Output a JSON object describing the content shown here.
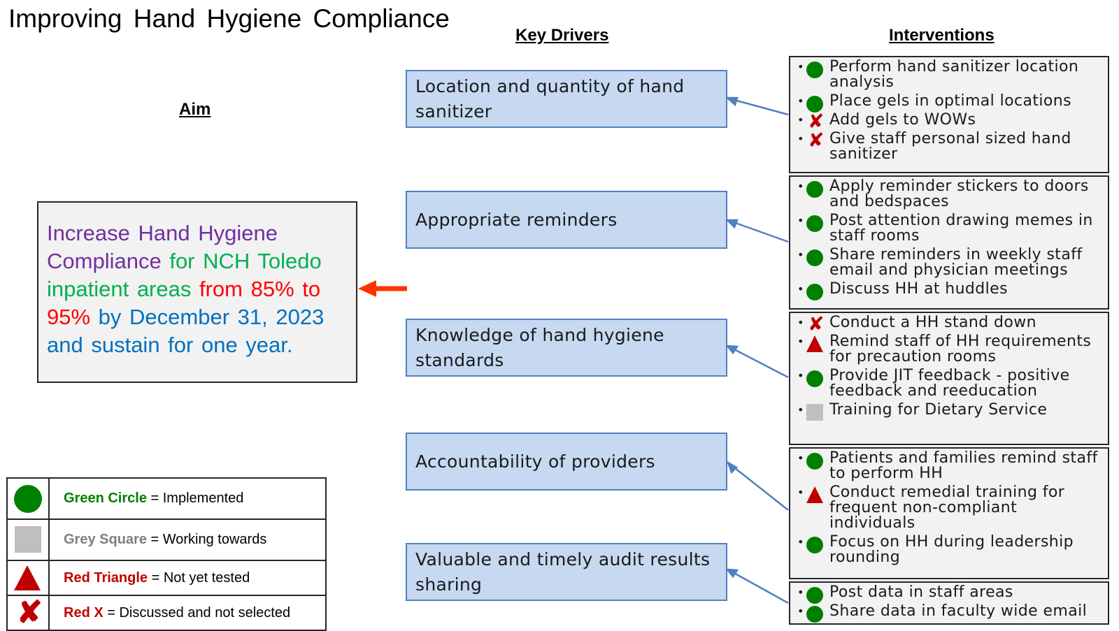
{
  "title": "Improving Hand Hygiene Compliance",
  "headers": {
    "aim": "Aim",
    "drivers": "Key Drivers",
    "interventions": "Interventions"
  },
  "aim": {
    "part1": "Increase Hand Hygiene Compliance",
    "part2": "for NCH Toledo inpatient areas",
    "part3": "from 85% to 95%",
    "part4": "by December 31, 2023 and sustain for one year."
  },
  "drivers": [
    "Location and quantity of hand sanitizer",
    "Appropriate reminders",
    "Knowledge of hand hygiene standards",
    "Accountability of providers",
    "Valuable and timely audit results sharing"
  ],
  "interventions": [
    [
      {
        "status": "green-circle",
        "text": "Perform hand sanitizer location analysis"
      },
      {
        "status": "green-circle",
        "text": "Place gels in optimal locations"
      },
      {
        "status": "red-x",
        "text": "Add gels to WOWs"
      },
      {
        "status": "red-x",
        "text": "Give staff personal sized hand sanitizer"
      }
    ],
    [
      {
        "status": "green-circle",
        "text": "Apply reminder stickers to doors and bedspaces"
      },
      {
        "status": "green-circle",
        "text": "Post attention drawing memes in staff rooms"
      },
      {
        "status": "green-circle",
        "text": "Share reminders in weekly staff email and physician meetings"
      },
      {
        "status": "green-circle",
        "text": "Discuss HH at huddles"
      }
    ],
    [
      {
        "status": "red-x",
        "text": "Conduct a HH stand down"
      },
      {
        "status": "red-triangle",
        "text": "Remind staff of HH requirements for precaution rooms"
      },
      {
        "status": "green-circle",
        "text": "Provide JIT feedback - positive feedback and reeducation"
      },
      {
        "status": "grey-square",
        "text": "Training for Dietary Service"
      }
    ],
    [
      {
        "status": "green-circle",
        "text": "Patients and families remind staff to perform HH"
      },
      {
        "status": "red-triangle",
        "text": "Conduct remedial training for frequent non-compliant individuals"
      },
      {
        "status": "green-circle",
        "text": "Focus on HH during leadership rounding"
      }
    ],
    [
      {
        "status": "green-circle",
        "text": "Post data in staff areas"
      },
      {
        "status": "green-circle",
        "text": "Share data in faculty wide email"
      }
    ]
  ],
  "legend": [
    {
      "symbol": "green-circle",
      "name": "Green Circle",
      "meaning": "= Implemented",
      "color": "#008000"
    },
    {
      "symbol": "grey-square",
      "name": "Grey Square",
      "meaning": "= Working towards",
      "color": "#7f7f7f"
    },
    {
      "symbol": "red-triangle",
      "name": "Red Triangle",
      "meaning": "= Not yet tested",
      "color": "#c00000"
    },
    {
      "symbol": "red-x",
      "name": "Red X",
      "meaning": "= Discussed and not selected",
      "color": "#c00000"
    }
  ],
  "colors": {
    "driver_fill": "#c6d9f1",
    "driver_border": "#4f81bd",
    "connector": "#4f81bd",
    "aim_arrow": "#ff3300",
    "implemented": "#008000",
    "working": "#bfbfbf",
    "not_tested": "#c00000",
    "aim_purple": "#7030a0",
    "aim_green": "#00b050",
    "aim_red": "#ff0000",
    "aim_blue": "#0070c0"
  }
}
